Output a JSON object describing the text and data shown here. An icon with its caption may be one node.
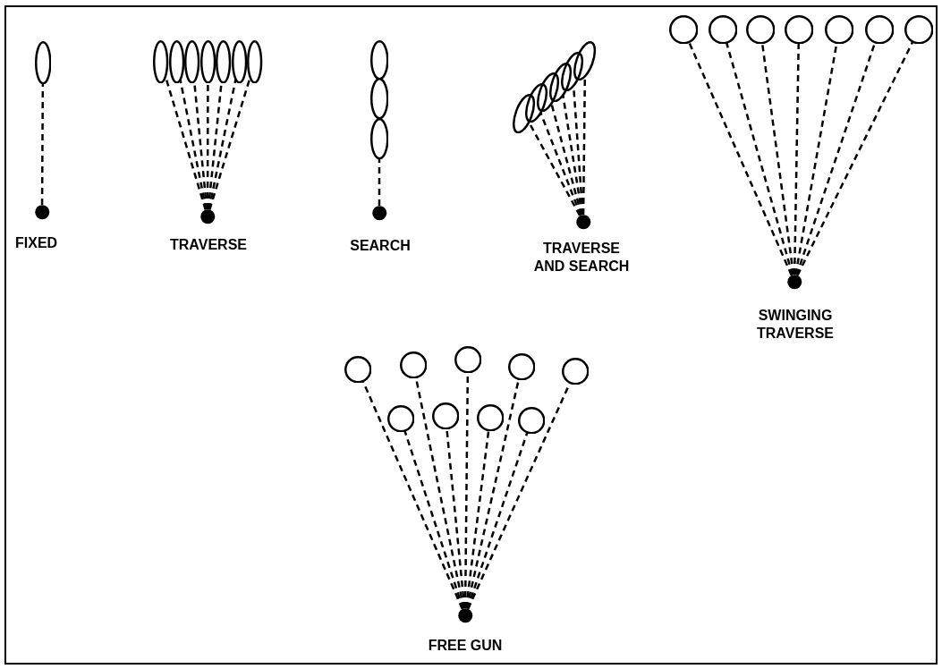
{
  "diagram": {
    "nodes": [
      {
        "text": [],
        "shape": "ellipse"
      },
      {
        "text": [],
        "shape": "dot",
        "beside": [
          "FIXED"
        ]
      },
      {
        "text": [],
        "shape": "ellipse"
      },
      {
        "text": [],
        "shape": "ellipse"
      },
      {
        "text": [],
        "shape": "ellipse"
      },
      {
        "text": [],
        "shape": "ellipse"
      },
      {
        "text": [],
        "shape": "ellipse"
      },
      {
        "text": [],
        "shape": "ellipse"
      },
      {
        "text": [],
        "shape": "ellipse"
      },
      {
        "text": [],
        "shape": "dot",
        "beside": [
          "TRAVERSE"
        ]
      },
      {
        "text": [],
        "shape": "ellipse"
      },
      {
        "text": [],
        "shape": "ellipse"
      },
      {
        "text": [],
        "shape": "ellipse"
      },
      {
        "text": [],
        "shape": "dot",
        "beside": [
          "SEARCH"
        ]
      },
      {
        "text": [],
        "shape": "ellipse"
      },
      {
        "text": [],
        "shape": "ellipse"
      },
      {
        "text": [],
        "shape": "ellipse"
      },
      {
        "text": [],
        "shape": "ellipse"
      },
      {
        "text": [],
        "shape": "ellipse"
      },
      {
        "text": [],
        "shape": "ellipse"
      },
      {
        "text": [],
        "shape": "dot",
        "beside": [
          "TRAVERSE AND SEARCH"
        ]
      },
      {
        "text": [],
        "shape": "circle"
      },
      {
        "text": [],
        "shape": "circle"
      },
      {
        "text": [],
        "shape": "circle"
      },
      {
        "text": [],
        "shape": "circle"
      },
      {
        "text": [],
        "shape": "circle"
      },
      {
        "text": [],
        "shape": "circle"
      },
      {
        "text": [],
        "shape": "circle"
      },
      {
        "text": [],
        "shape": "dot",
        "beside": [
          "SWINGING TRAVERSE"
        ]
      },
      {
        "text": [],
        "shape": "circle"
      },
      {
        "text": [],
        "shape": "circle"
      },
      {
        "text": [],
        "shape": "circle"
      },
      {
        "text": [],
        "shape": "circle"
      },
      {
        "text": [],
        "shape": "circle"
      },
      {
        "text": [],
        "shape": "circle"
      },
      {
        "text": [],
        "shape": "circle"
      },
      {
        "text": [],
        "shape": "circle"
      },
      {
        "text": [],
        "shape": "circle"
      },
      {
        "text": [],
        "shape": "dot",
        "beside": [
          "FREE GUN"
        ]
      }
    ],
    "edges": [
      {
        "from": 1,
        "to": 0,
        "arrow": "none",
        "style": "dashed"
      },
      {
        "from": 9,
        "to": 2,
        "arrow": "none",
        "style": "dashed"
      },
      {
        "from": 9,
        "to": 3,
        "arrow": "none",
        "style": "dashed"
      },
      {
        "from": 9,
        "to": 4,
        "arrow": "none",
        "style": "dashed"
      },
      {
        "from": 9,
        "to": 5,
        "arrow": "none",
        "style": "dashed"
      },
      {
        "from": 9,
        "to": 6,
        "arrow": "none",
        "style": "dashed"
      },
      {
        "from": 9,
        "to": 7,
        "arrow": "none",
        "style": "dashed"
      },
      {
        "from": 9,
        "to": 8,
        "arrow": "none",
        "style": "dashed"
      },
      {
        "from": 13,
        "to": 12,
        "arrow": "none",
        "style": "dashed"
      },
      {
        "from": 20,
        "to": 14,
        "arrow": "none",
        "style": "dashed"
      },
      {
        "from": 20,
        "to": 15,
        "arrow": "none",
        "style": "dashed"
      },
      {
        "from": 20,
        "to": 16,
        "arrow": "none",
        "style": "dashed"
      },
      {
        "from": 20,
        "to": 17,
        "arrow": "none",
        "style": "dashed"
      },
      {
        "from": 20,
        "to": 18,
        "arrow": "none",
        "style": "dashed"
      },
      {
        "from": 20,
        "to": 19,
        "arrow": "none",
        "style": "dashed"
      },
      {
        "from": 28,
        "to": 21,
        "arrow": "none",
        "style": "dashed"
      },
      {
        "from": 28,
        "to": 22,
        "arrow": "none",
        "style": "dashed"
      },
      {
        "from": 28,
        "to": 23,
        "arrow": "none",
        "style": "dashed"
      },
      {
        "from": 28,
        "to": 24,
        "arrow": "none",
        "style": "dashed"
      },
      {
        "from": 28,
        "to": 25,
        "arrow": "none",
        "style": "dashed"
      },
      {
        "from": 28,
        "to": 26,
        "arrow": "none",
        "style": "dashed"
      },
      {
        "from": 28,
        "to": 27,
        "arrow": "none",
        "style": "dashed"
      },
      {
        "from": 38,
        "to": 29,
        "arrow": "none",
        "style": "dashed"
      },
      {
        "from": 38,
        "to": 30,
        "arrow": "none",
        "style": "dashed"
      },
      {
        "from": 38,
        "to": 31,
        "arrow": "none",
        "style": "dashed"
      },
      {
        "from": 38,
        "to": 32,
        "arrow": "none",
        "style": "dashed"
      },
      {
        "from": 38,
        "to": 33,
        "arrow": "none",
        "style": "dashed"
      },
      {
        "from": 38,
        "to": 34,
        "arrow": "none",
        "style": "dashed"
      },
      {
        "from": 38,
        "to": 35,
        "arrow": "none",
        "style": "dashed"
      },
      {
        "from": 38,
        "to": 36,
        "arrow": "none",
        "style": "dashed"
      },
      {
        "from": 38,
        "to": 37,
        "arrow": "none",
        "style": "dashed"
      }
    ]
  }
}
